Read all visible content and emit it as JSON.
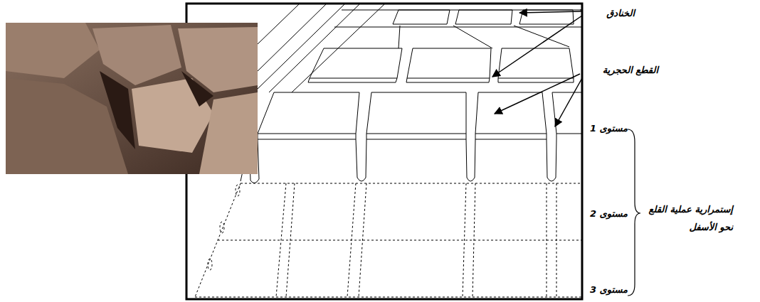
{
  "diagram": {
    "labels": [
      "الخنادق",
      "القطع الحجرية",
      "مستوى 1",
      "مستوى 2",
      "مستوى 3",
      "إستمرارية عملية القلع نحو الأسفل"
    ]
  }
}
